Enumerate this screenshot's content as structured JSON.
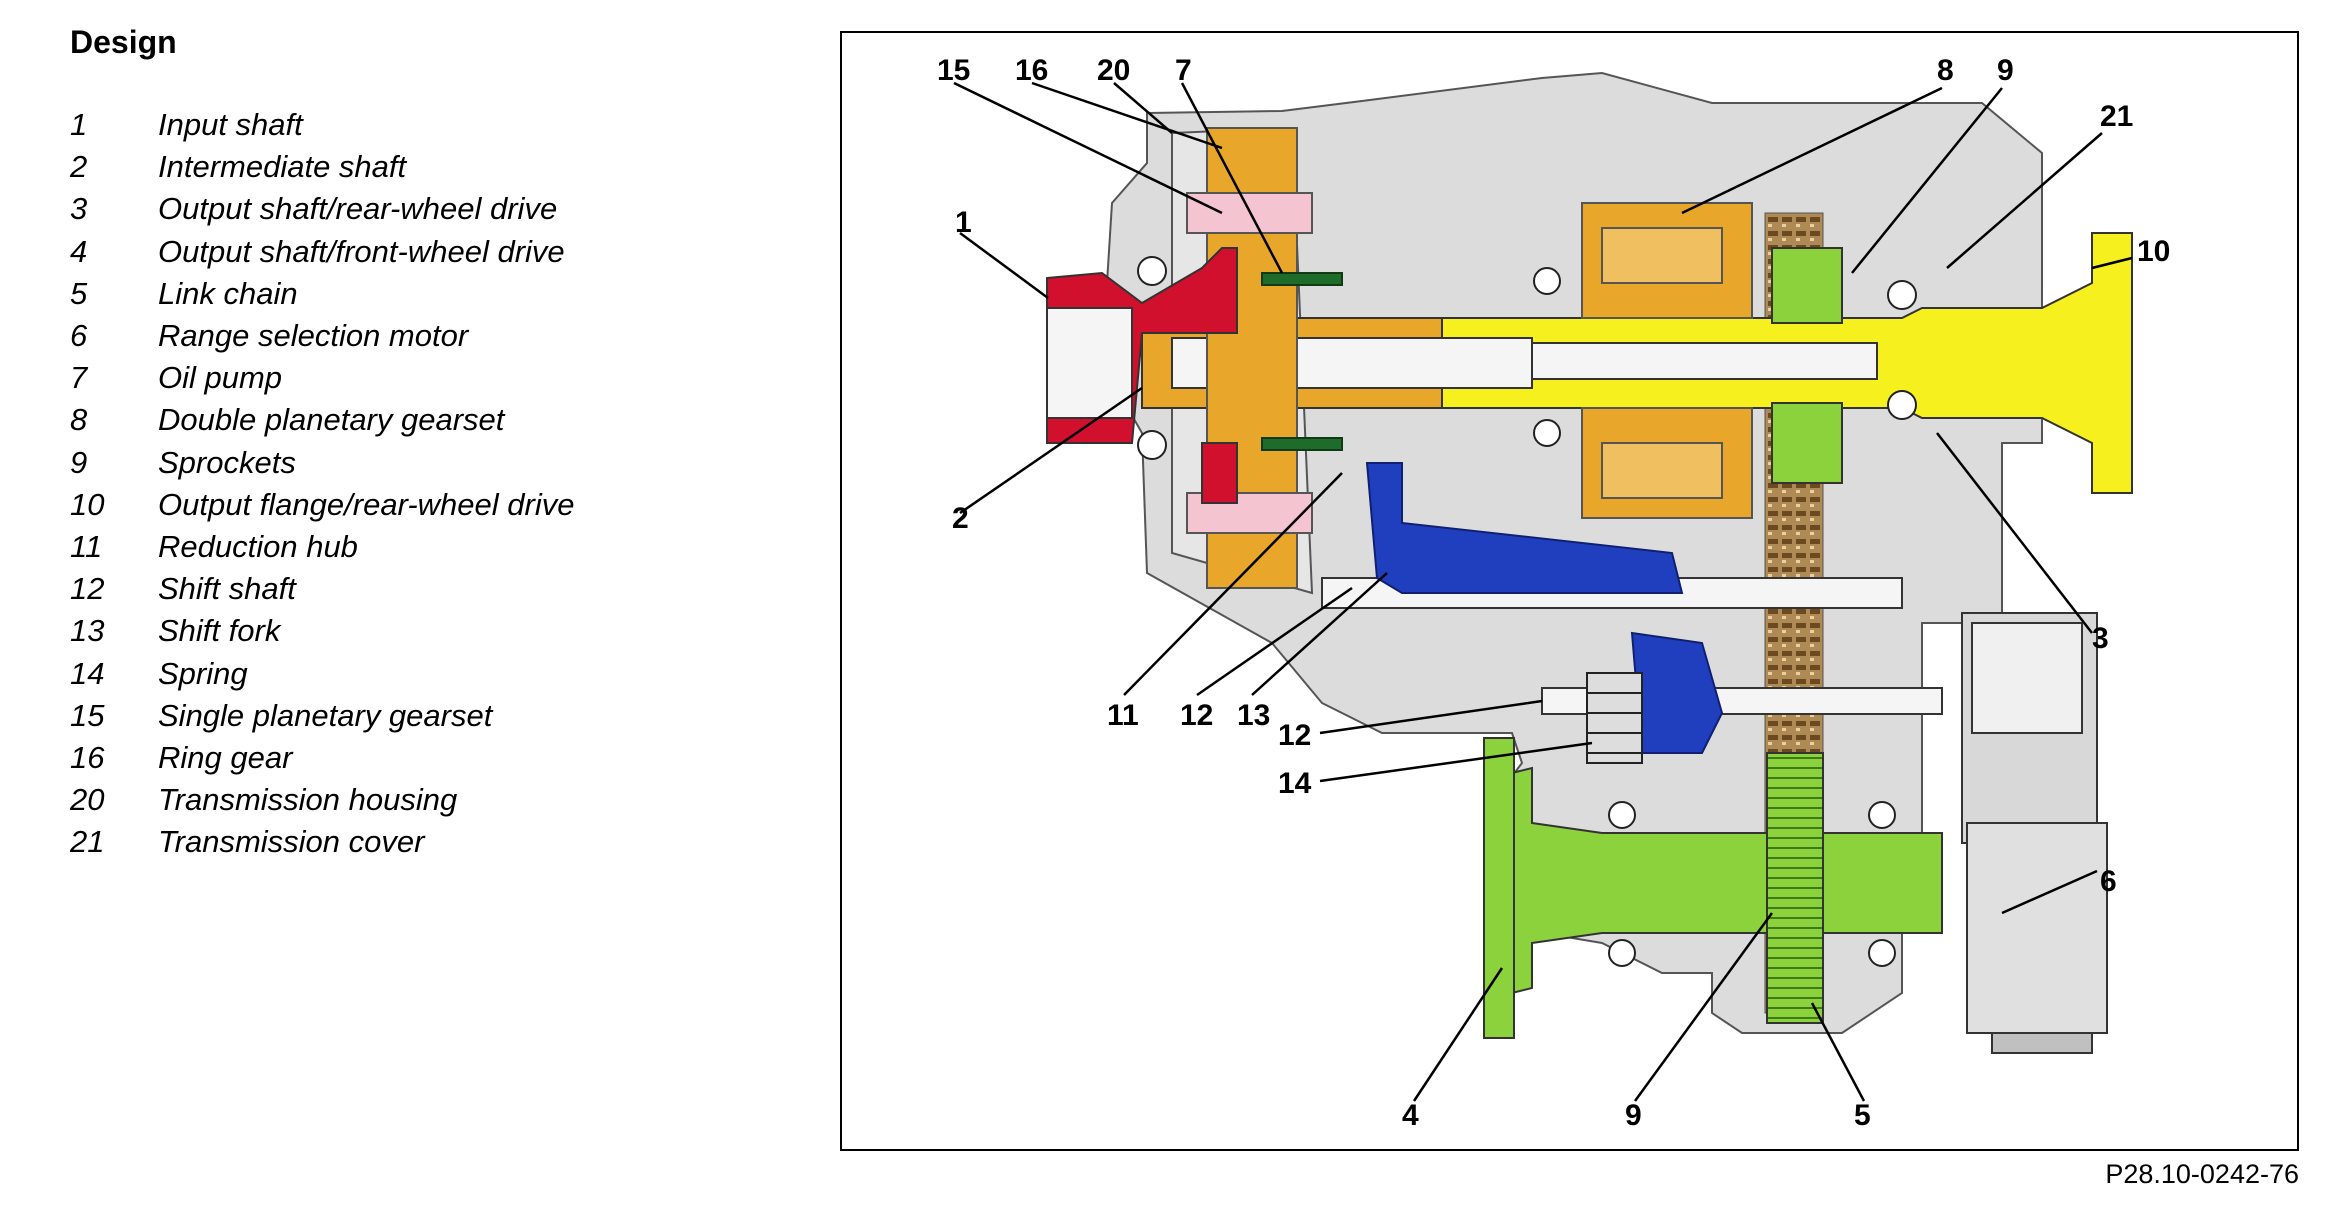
{
  "heading": "Design",
  "legend": [
    {
      "num": "1",
      "label": "Input shaft"
    },
    {
      "num": "2",
      "label": "Intermediate shaft"
    },
    {
      "num": "3",
      "label": "Output shaft/rear-wheel drive"
    },
    {
      "num": "4",
      "label": "Output shaft/front-wheel drive"
    },
    {
      "num": "5",
      "label": "Link chain"
    },
    {
      "num": "6",
      "label": "Range selection motor"
    },
    {
      "num": "7",
      "label": "Oil pump"
    },
    {
      "num": "8",
      "label": "Double planetary gearset"
    },
    {
      "num": "9",
      "label": "Sprockets"
    },
    {
      "num": "10",
      "label": "Output flange/rear-wheel drive"
    },
    {
      "num": "11",
      "label": "Reduction hub"
    },
    {
      "num": "12",
      "label": "Shift shaft"
    },
    {
      "num": "13",
      "label": "Shift fork"
    },
    {
      "num": "14",
      "label": "Spring"
    },
    {
      "num": "15",
      "label": "Single planetary gearset"
    },
    {
      "num": "16",
      "label": "Ring gear"
    },
    {
      "num": "20",
      "label": "Transmission housing"
    },
    {
      "num": "21",
      "label": "Transmission cover"
    }
  ],
  "callouts": [
    "15",
    "16",
    "20",
    "7",
    "8",
    "9",
    "21",
    "1",
    "10",
    "2",
    "3",
    "11",
    "12",
    "13",
    "12",
    "14",
    "6",
    "4",
    "9",
    "5"
  ],
  "figure_ref": "P28.10-0242-76",
  "colors": {
    "housing": "#c8c8c8",
    "input_shaft": "#d0102c",
    "planetary": "#e8a72a",
    "ring_pink": "#f4c4d0",
    "output_rear": "#f5f01e",
    "output_front": "#8cd23c",
    "shift_fork": "#1f3fbf",
    "chain": "#b08a55",
    "oil_pump_green": "#1f6b2a"
  }
}
